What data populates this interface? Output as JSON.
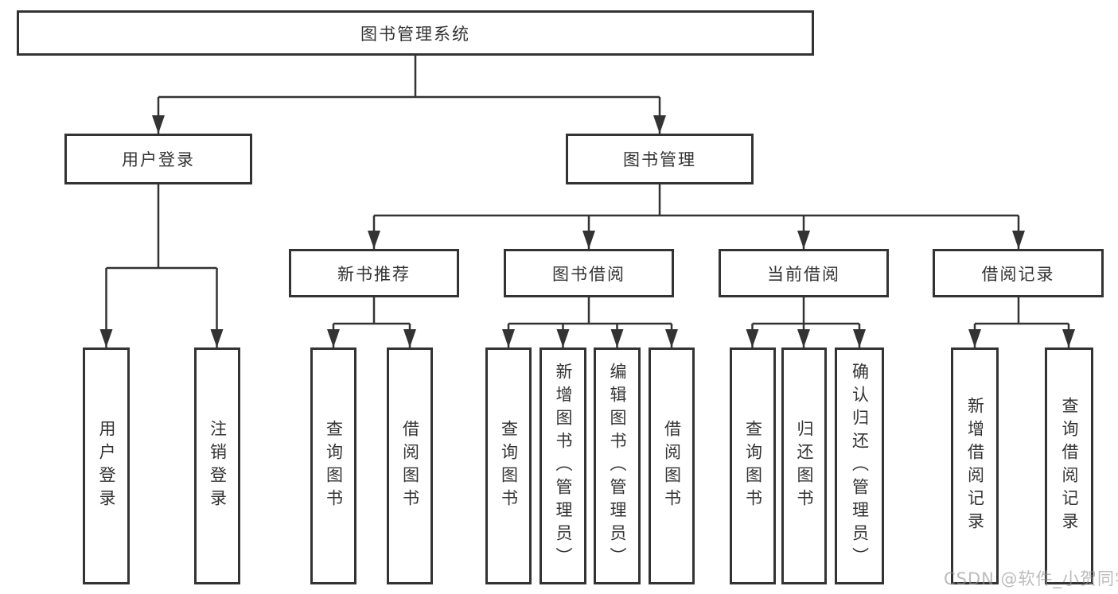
{
  "diagram": {
    "title": "图书管理系统",
    "branches": [
      {
        "label": "用户登录",
        "children": [
          {
            "label": "用户登录"
          },
          {
            "label": "注销登录"
          }
        ]
      },
      {
        "label": "图书管理",
        "groups": [
          {
            "label": "新书推荐",
            "children": [
              {
                "label": "查询图书"
              },
              {
                "label": "借阅图书"
              }
            ]
          },
          {
            "label": "图书借阅",
            "children": [
              {
                "label": "查询图书"
              },
              {
                "label": "新增图书（管理员）"
              },
              {
                "label": "编辑图书（管理员）"
              },
              {
                "label": "借阅图书"
              }
            ]
          },
          {
            "label": "当前借阅",
            "children": [
              {
                "label": "查询图书"
              },
              {
                "label": "归还图书"
              },
              {
                "label": "确认归还（管理员）"
              }
            ]
          },
          {
            "label": "借阅记录",
            "children": [
              {
                "label": "新增借阅记录"
              },
              {
                "label": "查询借阅记录"
              }
            ]
          }
        ]
      }
    ]
  },
  "watermark": {
    "text": "CSDN @软件_小贺同学"
  },
  "colors": {
    "line": "#333333",
    "box_border": "#333333",
    "text": "#333333",
    "watermark": "#969696"
  }
}
